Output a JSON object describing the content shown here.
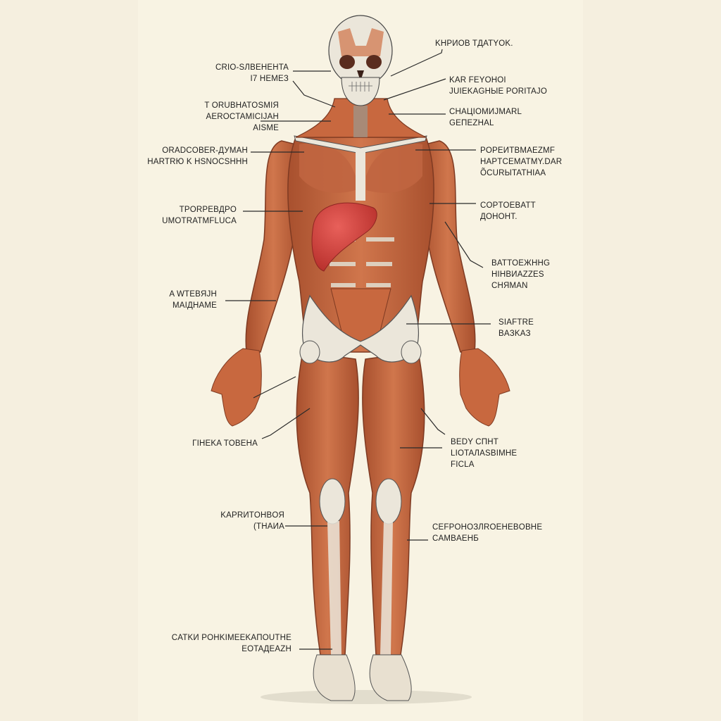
{
  "diagram": {
    "subject": "human muscular system anatomy illustration",
    "colors": {
      "background": "#f8f3e3",
      "muscle": "#c8683f",
      "muscle_dark": "#9a4226",
      "bone": "#ebe6da",
      "organ": "#d6433c",
      "leader_line": "#2a2a2a",
      "text": "#222222"
    }
  },
  "labels_left": [
    {
      "lines": [
        "CRIO-SЛBEHEHTA",
        "I7 HEMEЗ"
      ]
    },
    {
      "lines": [
        "T ORUBHATOSMIЯ",
        "AEROCTAMICIJAH",
        "AISME"
      ]
    },
    {
      "lines": [
        "ORADCOBER-ДУMAH",
        "HARTRЮ K HSNOCSHHH"
      ]
    },
    {
      "lines": [
        "TPORPEBДPO",
        "UMOTRATMFLUCA"
      ]
    },
    {
      "lines": [
        "A WTEBЯJH",
        "MAIДHAME"
      ]
    },
    {
      "lines": [
        "ΓIHEKA TOBEHA"
      ]
    },
    {
      "lines": [
        "KAPRИTOHBOЯ",
        "(THAИA"
      ]
    },
    {
      "lines": [
        "CATKИ POHKIMEEKAΠOUTHE",
        "EOTAДEAZH"
      ]
    }
  ],
  "labels_right": [
    {
      "lines": [
        "KHPИOB TДATYOK."
      ]
    },
    {
      "lines": [
        "KAR FEYOHOI",
        "JUIEKAGHЫE PORITAJO"
      ]
    },
    {
      "lines": [
        "CHAЦIOMИJMARL",
        "GEΠEZHAL"
      ]
    },
    {
      "lines": [
        "POPEИTBMAEZMF",
        "HAPTCEMATMY.DAR",
        "ÕCURЫTATHIAA"
      ]
    },
    {
      "lines": [
        "COPTOEBATT",
        "ДOHOHT."
      ]
    },
    {
      "lines": [
        "BATTOEЖHHG",
        "HIHBИAZZES",
        "CHЯMAN"
      ]
    },
    {
      "lines": [
        "SIAFTRE",
        "BAЗKAЗ"
      ]
    },
    {
      "lines": [
        "BEDY CПHT",
        "LIOTAЛASBIMHE",
        "FICLA"
      ]
    },
    {
      "lines": [
        "CEFPOHOЗЛROEHEBOBHE",
        "CAMBAEHБ"
      ]
    }
  ]
}
